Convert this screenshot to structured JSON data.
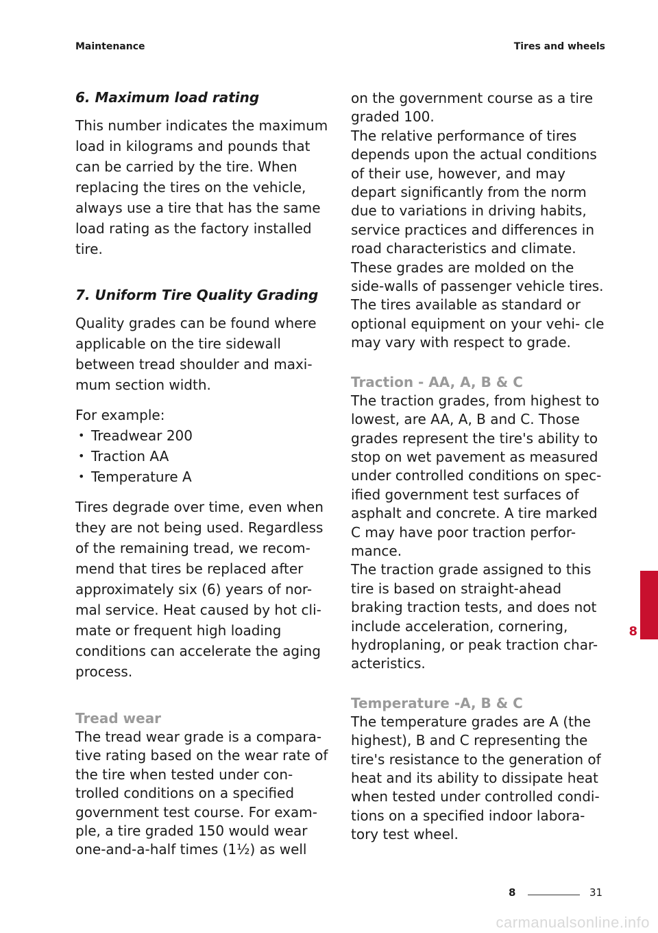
{
  "header": {
    "left": "Maintenance",
    "right": "Tires and wheels"
  },
  "left_column": {
    "max_load_heading": "6. Maximum load rating",
    "max_load_text": "This number indicates the maximum load in kilograms and pounds that can be carried by the tire. When replacing the tires on the vehicle, always use a tire that has the same load rating as the factory installed tire.",
    "utqg_heading": "7. Uniform Tire Quality Grading",
    "utqg_text": "Quality grades can be found where applicable on the tire sidewall between tread shoulder and maxi- mum section width.",
    "example_intro": "For example:",
    "examples": [
      "Treadwear 200",
      "Traction AA",
      "Temperature A"
    ],
    "aging_text": "Tires degrade over time, even when they are not being used. Regardless of the remaining tread, we recom- mend that tires be replaced after approximately six (6) years of nor- mal service. Heat caused by hot cli- mate or frequent high loading conditions can accelerate the aging process.",
    "tread_wear_heading": "Tread wear",
    "tread_wear_text": "The tread wear grade is a compara- tive rating based on the wear rate of the tire when tested under con- trolled conditions on a specified government test course. For exam- ple, a tire graded 150 would wear one-and-a-half times (1½) as well"
  },
  "right_column": {
    "continued_text": "on the government course as a tire graded 100.",
    "relative_perf_text": "The relative performance of tires depends upon the actual conditions of their use, however, and may depart significantly from the norm due to variations in driving habits, service practices and differences in road characteristics and climate.",
    "molded_text": "These grades are molded on the side-walls of passenger vehicle tires. The tires available as standard or optional equipment on your vehi- cle may vary with respect to grade.",
    "traction_heading": "Traction - AA, A, B & C",
    "traction_text": "The traction grades, from highest to lowest, are AA, A, B and C. Those grades represent the tire's ability to stop on wet pavement as measured under controlled conditions on spec- ified government test surfaces of asphalt and concrete. A tire marked C may have poor traction perfor- mance.",
    "traction_assigned_text": "The traction grade assigned to this tire is based on straight-ahead braking traction tests, and does not include acceleration, cornering, hydroplaning, or peak traction char- acteristics.",
    "temperature_heading": "Temperature -A, B & C",
    "temperature_text": "The temperature grades are A (the highest), B and C representing the tire's resistance to the generation of heat and its ability to dissipate heat when tested under controlled condi- tions on a specified indoor labora- tory test wheel."
  },
  "chapter_tab": {
    "label": "8",
    "color": "#c8102e"
  },
  "footer": {
    "chapter": "8",
    "page": "31"
  },
  "watermark": "carmanualsonline.info"
}
